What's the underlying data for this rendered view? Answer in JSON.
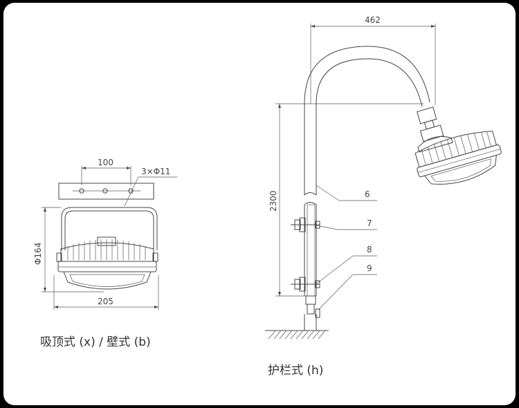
{
  "dims": {
    "left_width_top": "100",
    "left_holes": "3×Φ11",
    "left_height": "Φ164",
    "left_width_bottom": "205",
    "right_arm_width": "462",
    "right_height": "2300"
  },
  "callouts": [
    "6",
    "7",
    "8",
    "9"
  ],
  "captions": {
    "left": "吸顶式 (x) / 壁式 (b)",
    "right": "护栏式 (h)"
  },
  "colors": {
    "background": "#ffffff",
    "line": "#444444",
    "frame": "#000000"
  }
}
